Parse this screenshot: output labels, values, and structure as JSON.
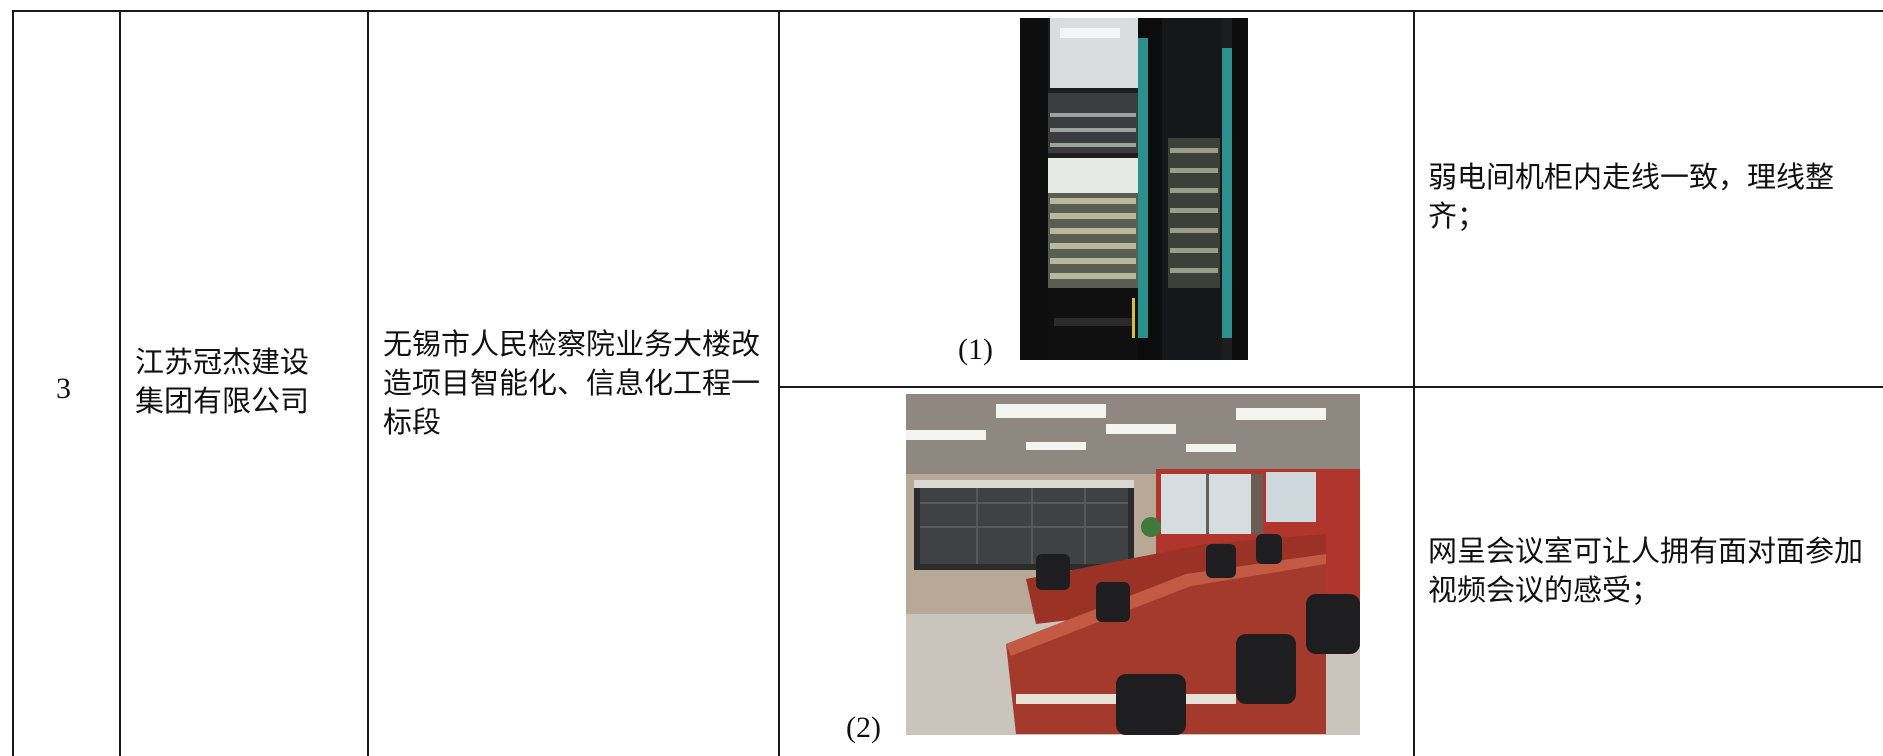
{
  "table_row": {
    "index": "3",
    "company": "江苏冠杰建设集团有限公司",
    "project": "无锡市人民检察院业务大楼改造项目智能化、信息化工程一标段",
    "entries": [
      {
        "caption": "(1)",
        "description": "弱电间机柜内走线一致，理线整齐；",
        "photo_subject": "server-rack-cabling"
      },
      {
        "caption": "(2)",
        "description": "网呈会议室可让人拥有面对面参加视频会议的感受；",
        "photo_subject": "video-conference-room"
      }
    ]
  }
}
